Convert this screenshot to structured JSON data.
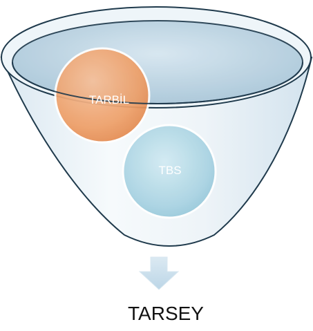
{
  "funnel": {
    "inputs": [
      {
        "label": "TARBİL",
        "color": "#f0a56e"
      },
      {
        "label": "TBS",
        "color": "#aed6e3"
      }
    ],
    "output_label": "TARSEY"
  },
  "colors": {
    "outline": "#1f3a4c",
    "funnel_fill": "#e6f0f6",
    "arrow": "#cde1ee"
  }
}
